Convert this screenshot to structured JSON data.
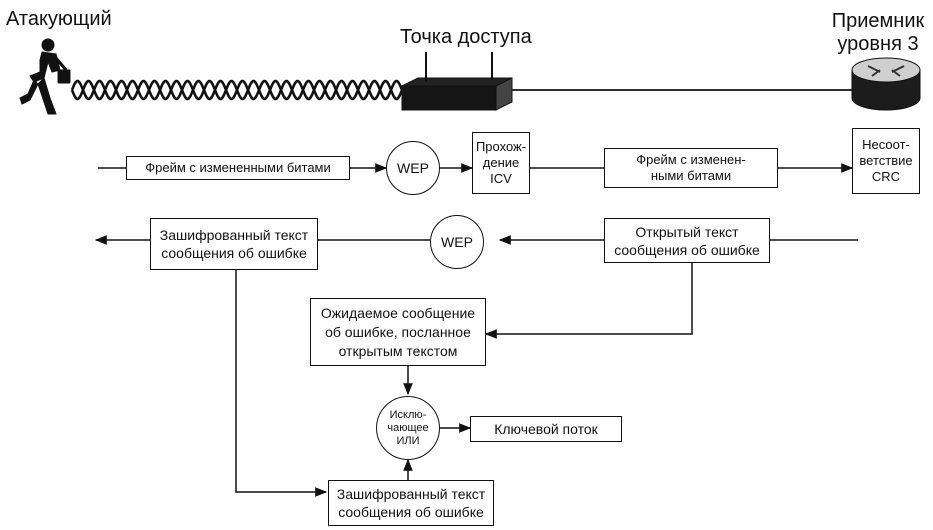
{
  "header": {
    "attacker_label": "Атакующий",
    "access_point_label": "Точка доступа",
    "receiver_label": "Приемник\nуровня 3"
  },
  "nodes": {
    "modified_frame_1": "Фрейм с измененными битами",
    "wep_top": "WEP",
    "icv_pass": "Прохож-\nдение\nICV",
    "modified_frame_2": "Фрейм с изменен-\nными битами",
    "crc_mismatch": "Несоот-\nветствие\nCRC",
    "encrypted_error_1": "Зашифрованный текст\nсообщения об ошибке",
    "wep_middle": "WEP",
    "plaintext_error": "Открытый текст\nсообщения об ошибке",
    "expected_message": "Ожидаемое сообщение\nоб ошибке, посланное\nоткрытым текстом",
    "xor": "Исклю-\nчающее\nИЛИ",
    "keystream": "Ключевой поток",
    "encrypted_error_2": "Зашифрованный текст\nсообщения об ошибке"
  },
  "icons": {
    "attacker": "running-person-icon",
    "access_point": "access-point-icon",
    "receiver": "router-icon",
    "wireless_link": "radio-wave-icon"
  }
}
